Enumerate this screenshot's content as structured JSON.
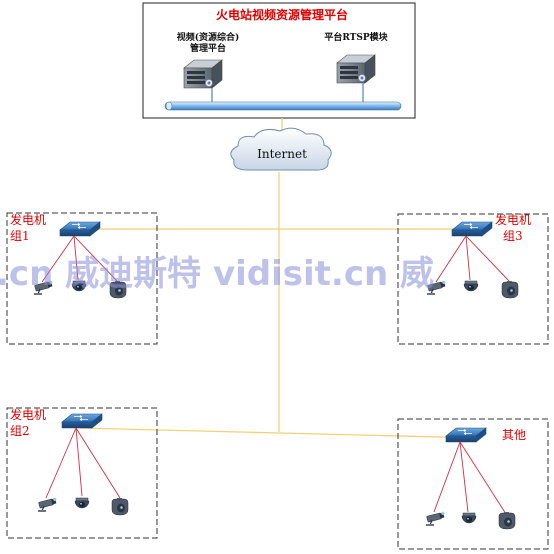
{
  "platform": {
    "title": "火电站视频资源管理平台",
    "server_left_label_line1": "视频(资源综合)",
    "server_left_label_line2": "管理平台",
    "server_right_label": "平台RTSP模块"
  },
  "cloud": {
    "label": "Internet"
  },
  "groups": [
    {
      "id": "g1",
      "line1": "发电机",
      "line2": "组1"
    },
    {
      "id": "g2",
      "line1": "发电机",
      "line2": "组2"
    },
    {
      "id": "g3",
      "line1": "发电机",
      "line2": "组3"
    },
    {
      "id": "g4",
      "line1": "其他",
      "line2": ""
    }
  ],
  "watermark": ".cn 威迪斯特 vidisit.cn 威",
  "colors": {
    "trunk": "#f0d070",
    "camera_link": "#d03040",
    "label_red": "#e00000",
    "switch_blue": "#2f6fb0"
  }
}
